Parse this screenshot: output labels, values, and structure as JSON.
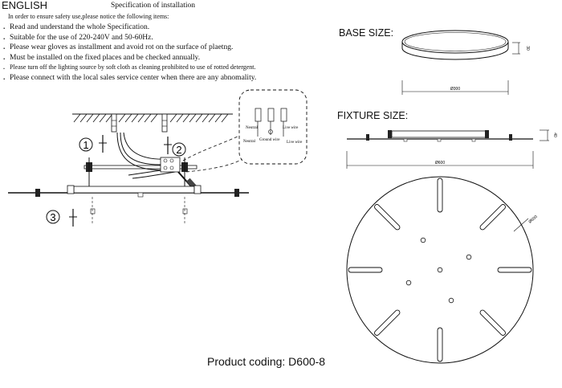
{
  "header": {
    "language": "ENGLISH",
    "title": "Specification of installation",
    "intro": "In order to ensure safety use,please notice the following items:"
  },
  "instructions": [
    "Read and understand the whole Specification.",
    "Suitable for the use of 220-240V and 50-60Hz.",
    "Please wear gloves as installment and avoid rot on the surface of plaetng.",
    "Must be installed on the fixed places and be checked annually.",
    "Please turn off the lighting source by soft cloth as cleaning prohibited to use of rotted detergent.",
    "Please connect with the local sales service center when there are any abnomality."
  ],
  "steps": {
    "s1": "1",
    "s2": "2",
    "s3": "3"
  },
  "wiring": {
    "neutral_top": "Neutral",
    "live_top": "Live wire",
    "neutral_bottom": "Neutral",
    "ground": "Ground wire",
    "live_bottom": "Live wire"
  },
  "base": {
    "heading": "BASE SIZE:",
    "diameter": "Ø300",
    "height": "30"
  },
  "fixture": {
    "heading": "FIXTURE SIZE:",
    "diameter": "Ø600",
    "height": "40",
    "diameter_top": "Ø600"
  },
  "product": {
    "coding": "Product coding: D600-8"
  }
}
